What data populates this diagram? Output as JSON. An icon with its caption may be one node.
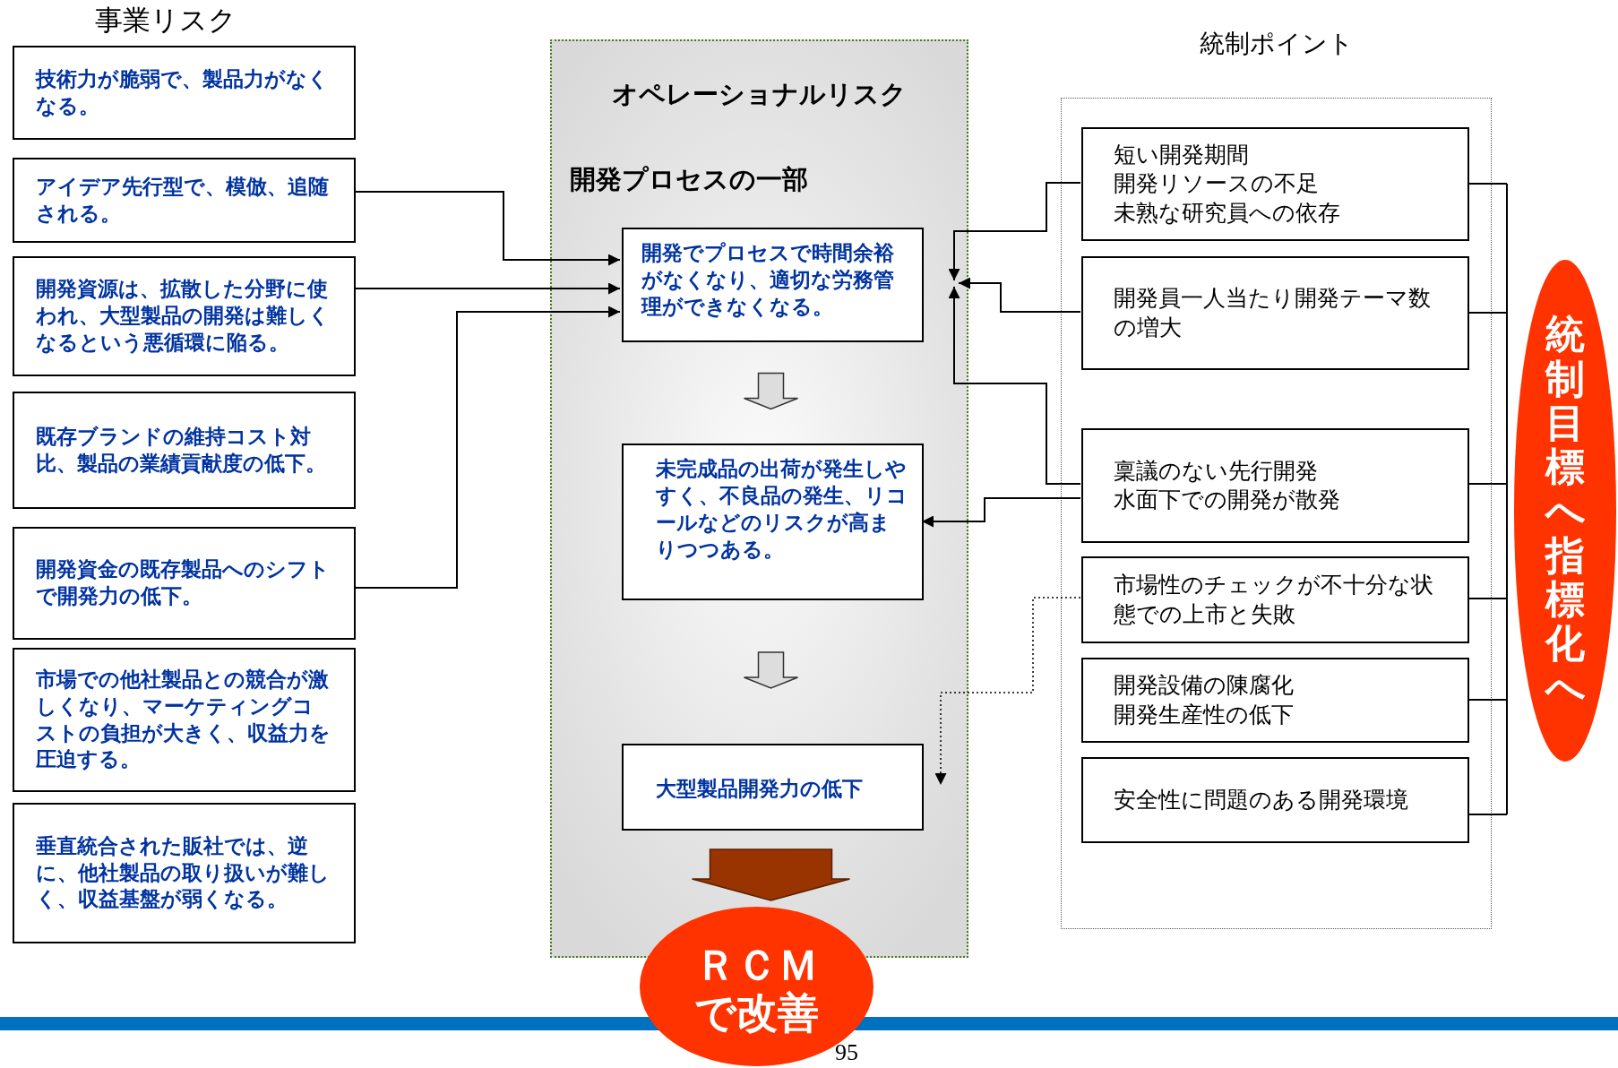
{
  "diagram": {
    "nodes": [
      {
        "text": [
          "技術力が脆弱で、製品力がなくなる。"
        ]
      },
      {
        "text": [
          "アイデア先行型で、模倣、追随される。"
        ]
      },
      {
        "text": [
          "開発資源は、拡散した分野に使われ、大型製品の開発は難しくなるという悪循環に陥る。"
        ]
      },
      {
        "text": [
          "既存ブランドの維持コスト対比、製品の業績貢献度の低下。"
        ]
      },
      {
        "text": [
          "開発資金の既存製品へのシフトで開発力の低下。"
        ]
      },
      {
        "text": [
          "市場での他社製品との競合が激しくなり、マーケティングコストの負担が大きく、収益力を圧迫する。"
        ]
      },
      {
        "text": [
          "垂直統合された販社では、逆に、他社製品の取り扱いが難しく、収益基盤が弱くなる。"
        ]
      },
      {
        "text": [
          "オペレーショナルリスク",
          "開発プロセスの一部"
        ]
      },
      {
        "text": [
          "開発でプロセスで時間余裕がなくなり、適切な労務管理ができなくなる。"
        ],
        "in": 7
      },
      {
        "text": [
          "未完成品の出荷が発生しやすく、不良品の発生、リコールなどのリスクが高まりつつある。"
        ],
        "in": 7
      },
      {
        "text": [
          "大型製品開発力の低下"
        ],
        "in": 7
      },
      {
        "text": [
          "統制ポイント"
        ]
      },
      {
        "text": [
          "短い開発期間",
          "開発リソースの不足",
          "未熟な研究員への依存"
        ],
        "in": 11
      },
      {
        "text": [
          "開発員一人当たり開発テーマ数の増大"
        ],
        "in": 11
      },
      {
        "text": [
          "稟議のない先行開発",
          "水面下での開発が散発"
        ],
        "in": 11
      },
      {
        "text": [
          "市場性のチェックが不十分な状態での上市と失敗"
        ],
        "in": 11
      },
      {
        "text": [
          "開発設備の陳腐化",
          "開発生産性の低下"
        ],
        "in": 11
      },
      {
        "text": [
          "安全性に問題のある開発環境"
        ],
        "in": 11
      },
      {
        "text": [
          "統制目標へ指標化へ"
        ]
      },
      {
        "text": [
          "ＲＣＭで改善"
        ]
      }
    ],
    "edges": [
      {
        "from": 1,
        "to": 8,
        "arrow": "to"
      },
      {
        "from": 2,
        "to": 8,
        "arrow": "to"
      },
      {
        "from": 4,
        "to": 8,
        "arrow": "to"
      },
      {
        "from": 8,
        "to": 9,
        "arrow": "to",
        "style": "thick",
        "color": "#dddddd"
      },
      {
        "from": 9,
        "to": 10,
        "arrow": "to",
        "style": "thick",
        "color": "#dddddd"
      },
      {
        "from": 10,
        "to": 19,
        "arrow": "to",
        "style": "thick",
        "color": "#993300"
      },
      {
        "from": 12,
        "to": 8,
        "arrow": "to"
      },
      {
        "from": 13,
        "to": 8,
        "arrow": "to"
      },
      {
        "from": 14,
        "to": 8,
        "arrow": "to"
      },
      {
        "from": 14,
        "to": 9,
        "arrow": "to"
      },
      {
        "from": 15,
        "to": 10,
        "arrow": "to",
        "style": "dashed"
      }
    ],
    "labels": [
      "事業リスク",
      "95"
    ]
  }
}
